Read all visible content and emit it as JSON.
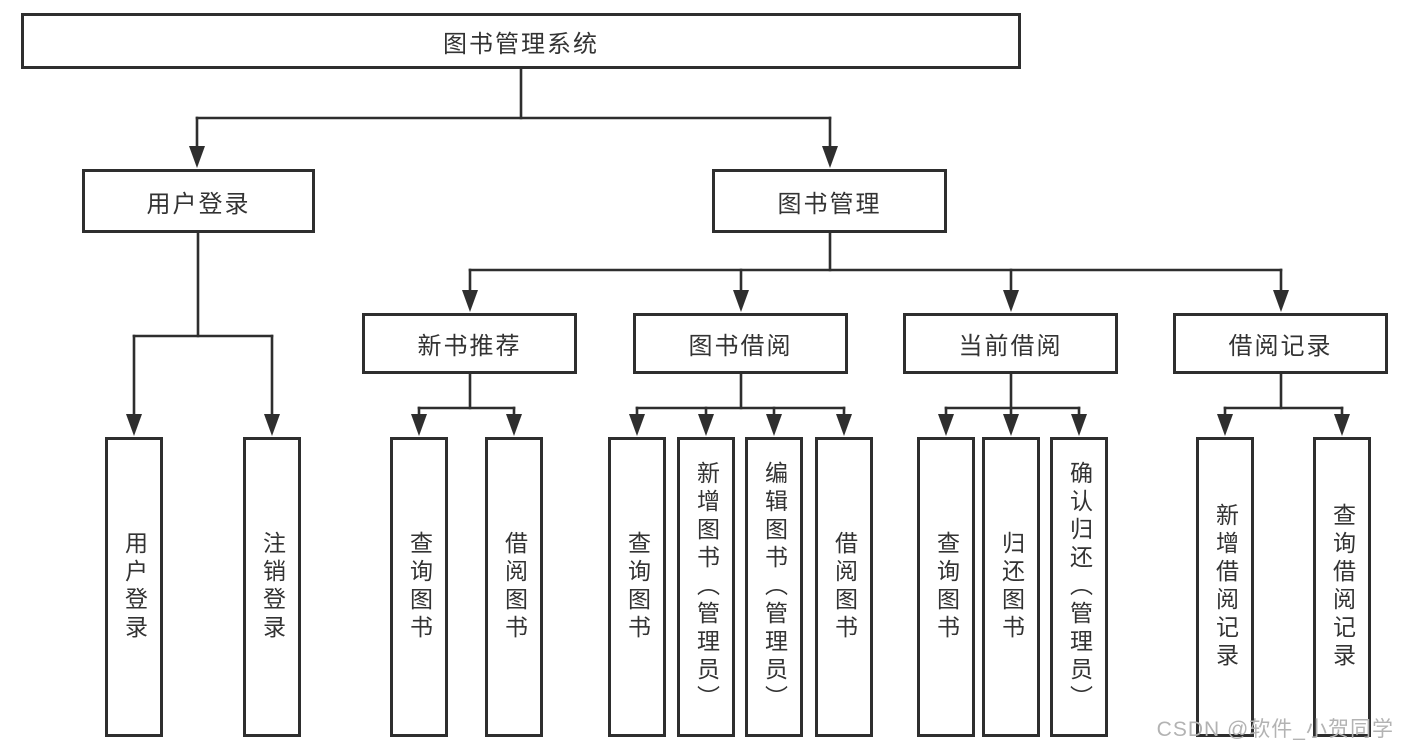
{
  "tree": {
    "label": "图书管理系统",
    "children": [
      {
        "label": "用户登录",
        "children": [
          {
            "label": "用户登录"
          },
          {
            "label": "注销登录"
          }
        ]
      },
      {
        "label": "图书管理",
        "children": [
          {
            "label": "新书推荐",
            "children": [
              {
                "label": "查询图书"
              },
              {
                "label": "借阅图书"
              }
            ]
          },
          {
            "label": "图书借阅",
            "children": [
              {
                "label": "查询图书"
              },
              {
                "label": "新增图书（管理员）"
              },
              {
                "label": "编辑图书（管理员）"
              },
              {
                "label": "借阅图书"
              }
            ]
          },
          {
            "label": "当前借阅",
            "children": [
              {
                "label": "查询图书"
              },
              {
                "label": "归还图书"
              },
              {
                "label": "确认归还（管理员）"
              }
            ]
          },
          {
            "label": "借阅记录",
            "children": [
              {
                "label": "新增借阅记录"
              },
              {
                "label": "查询借阅记录"
              }
            ]
          }
        ]
      }
    ]
  },
  "watermark": "CSDN @软件_小贺同学",
  "colors": {
    "line": "#2e2e2e",
    "text": "#333333",
    "watermark": "#b3b3b3",
    "box_fill": "#ffffff",
    "background": "#ffffff"
  }
}
